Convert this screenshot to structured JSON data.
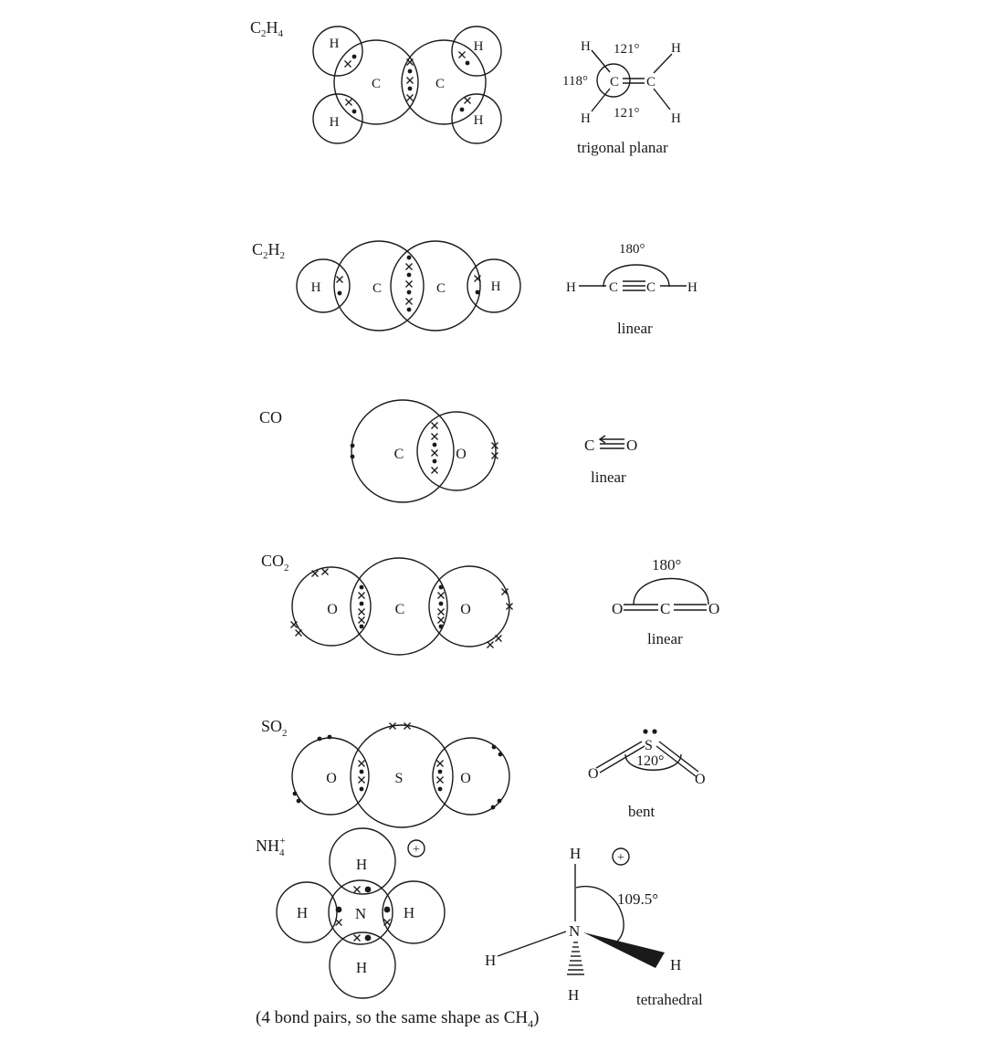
{
  "c2h4": {
    "formula_main": "C",
    "formula_sub1": "2",
    "formula_mid": "H",
    "formula_sub2": "4",
    "atom_c": "C",
    "atom_h": "H",
    "angle_top": "121°",
    "angle_left": "118°",
    "angle_bottom": "121°",
    "shape": "trigonal planar"
  },
  "c2h2": {
    "formula_main": "C",
    "formula_sub1": "2",
    "formula_mid": "H",
    "formula_sub2": "2",
    "atom_c": "C",
    "atom_h": "H",
    "angle": "180°",
    "shape": "linear"
  },
  "co": {
    "formula": "CO",
    "atom_c": "C",
    "atom_o": "O",
    "shape": "linear"
  },
  "co2": {
    "formula_main": "CO",
    "formula_sub": "2",
    "atom_c": "C",
    "atom_o": "O",
    "angle": "180°",
    "shape": "linear"
  },
  "so2": {
    "formula_main": "SO",
    "formula_sub": "2",
    "atom_s": "S",
    "atom_o": "O",
    "angle": "120°",
    "shape": "bent"
  },
  "nh4": {
    "formula_main": "NH",
    "formula_sub": "4",
    "formula_sup": "+",
    "atom_n": "N",
    "atom_h": "H",
    "charge": "+",
    "angle": "109.5°",
    "shape": "tetrahedral"
  },
  "footnote": {
    "before": "(4 bond pairs, so the same shape as CH",
    "sub": "4",
    "after": ")"
  }
}
